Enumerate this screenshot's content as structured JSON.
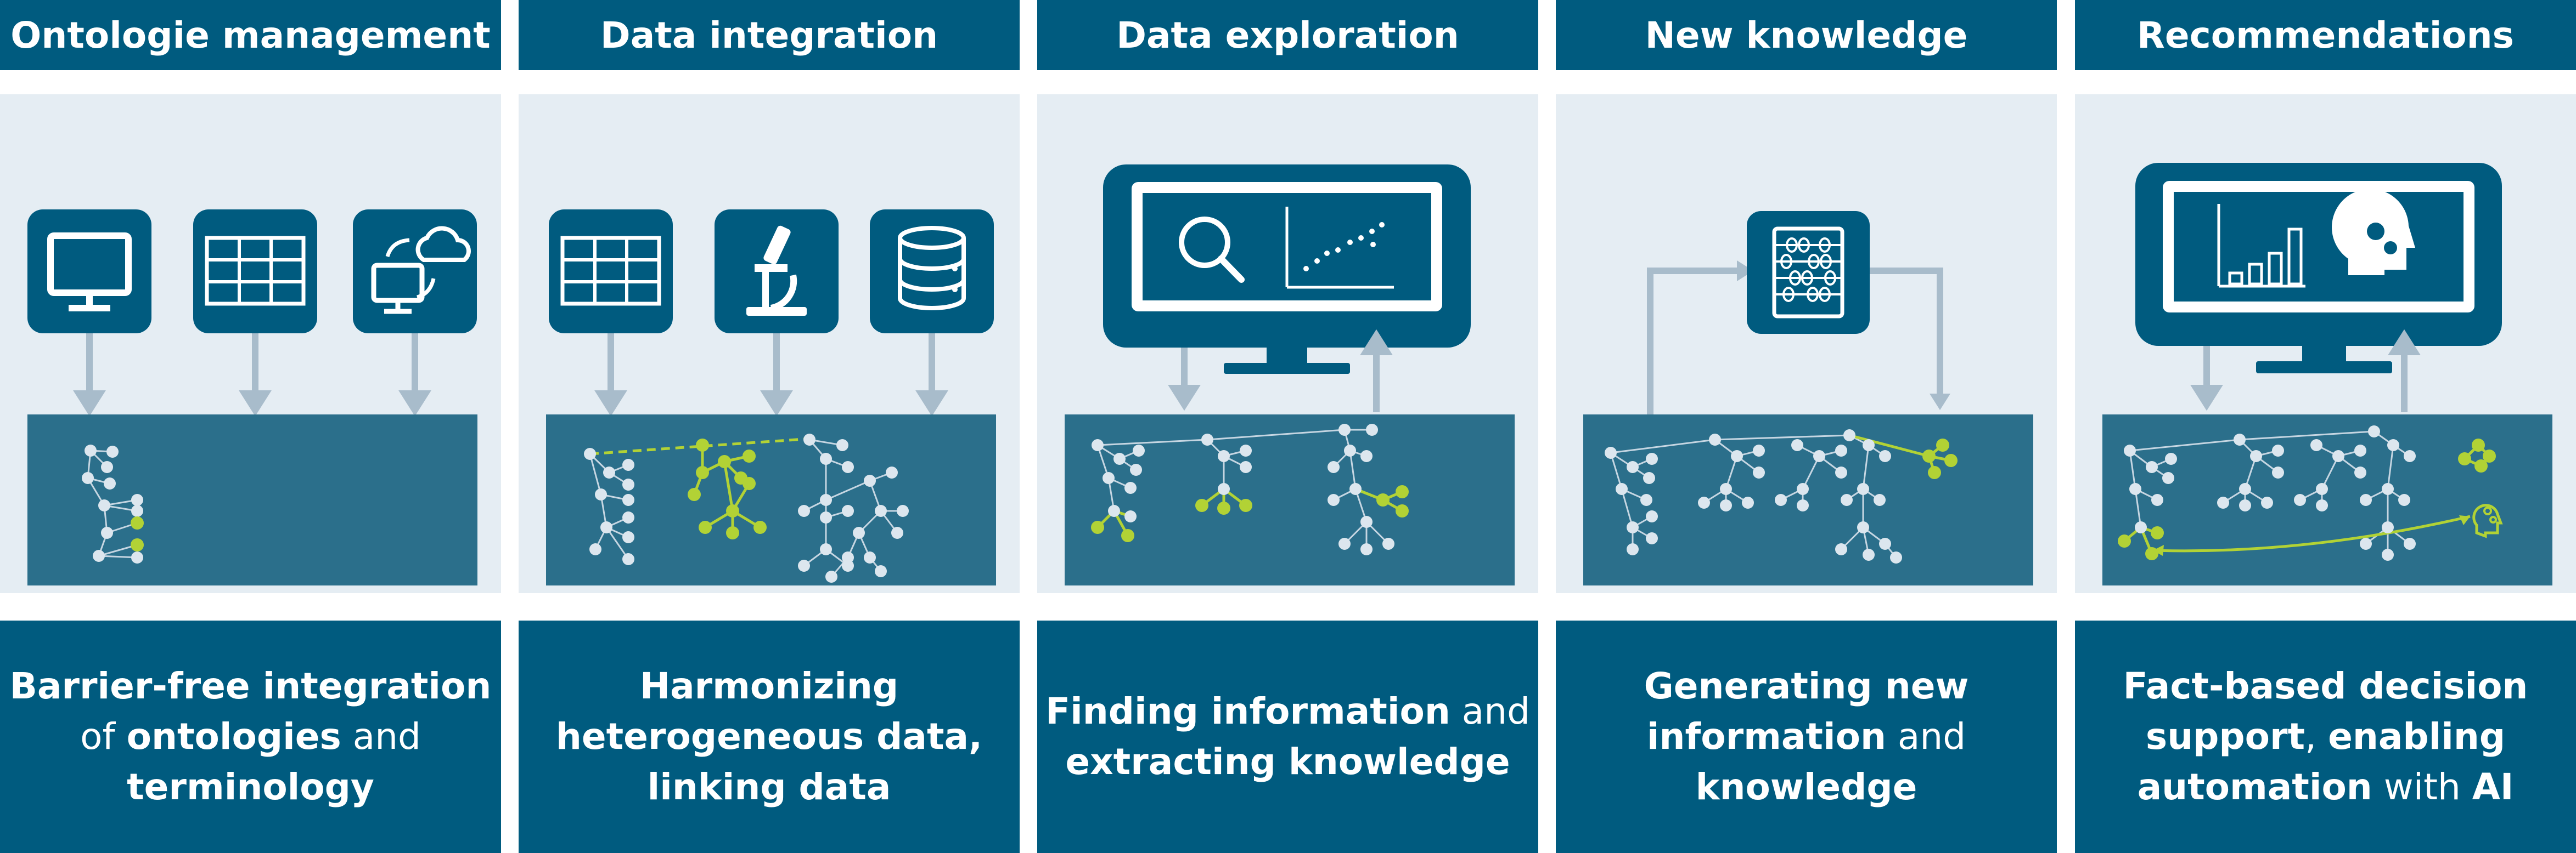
{
  "columns": [
    {
      "title": "Ontologie management",
      "lines": [
        [
          {
            "t": "Barrier-free integration",
            "b": true
          }
        ],
        [
          {
            "t": "of ",
            "b": false
          },
          {
            "t": "ontologies",
            "b": true
          },
          {
            "t": " and",
            "b": false
          }
        ],
        [
          {
            "t": "terminology",
            "b": true
          }
        ]
      ],
      "icons": [
        "monitor-icon",
        "table-icon",
        "cloud-sync-computer-icon"
      ]
    },
    {
      "title": "Data integration",
      "lines": [
        [
          {
            "t": "Harmonizing",
            "b": true
          }
        ],
        [
          {
            "t": "heterogeneous data,",
            "b": true
          }
        ],
        [
          {
            "t": "linking data",
            "b": true
          }
        ]
      ],
      "icons": [
        "table-icon",
        "microscope-icon",
        "database-icon"
      ]
    },
    {
      "title": "Data exploration",
      "lines": [
        [
          {
            "t": "Finding information",
            "b": true
          },
          {
            "t": " and",
            "b": false
          }
        ],
        [
          {
            "t": "extracting knowledge",
            "b": true
          }
        ]
      ],
      "icons": [
        "search-chart-monitor-icon"
      ]
    },
    {
      "title": "New knowledge",
      "lines": [
        [
          {
            "t": "Generating new",
            "b": true
          }
        ],
        [
          {
            "t": "information",
            "b": true
          },
          {
            "t": " and",
            "b": false
          }
        ],
        [
          {
            "t": "knowledge",
            "b": true
          }
        ]
      ],
      "icons": [
        "abacus-icon"
      ]
    },
    {
      "title": "Recommendations",
      "lines": [
        [
          {
            "t": "Fact-based decision",
            "b": true
          }
        ],
        [
          {
            "t": "support",
            "b": true
          },
          {
            "t": ", ",
            "b": false
          },
          {
            "t": "enabling",
            "b": true
          }
        ],
        [
          {
            "t": "automation",
            "b": true
          },
          {
            "t": " with ",
            "b": false
          },
          {
            "t": "AI",
            "b": true
          }
        ]
      ],
      "icons": [
        "bar-chart-ai-head-monitor-icon",
        "ai-head-icon"
      ]
    }
  ],
  "colors": {
    "dark_blue": "#005b7f",
    "teal_box": "#2b6f8b",
    "panel_bg": "#e5edf3",
    "arrow_grey": "#a8bccb",
    "node_white": "#dce6ee",
    "node_green": "#b2d235"
  }
}
